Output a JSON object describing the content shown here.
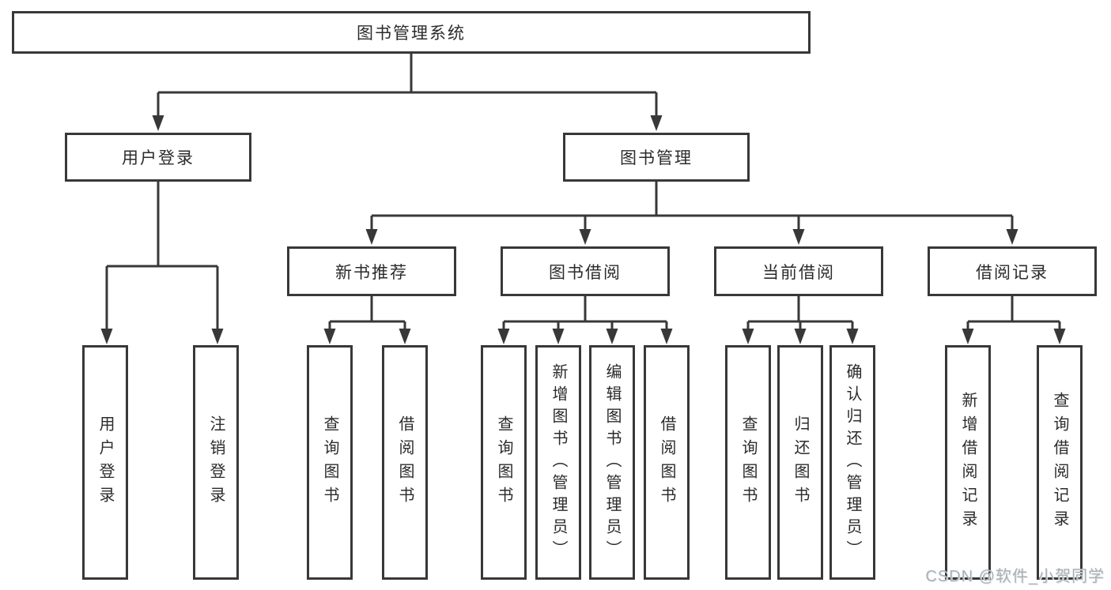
{
  "colors": {
    "line": "#383838",
    "box_border": "#383838",
    "background": "#ffffff",
    "text": "#2b2b2b",
    "watermark": "#aab0b6"
  },
  "tree": {
    "root": {
      "label": "图书管理系统",
      "children": [
        {
          "label": "用户登录",
          "children": [
            {
              "label": "用户登录"
            },
            {
              "label": "注销登录"
            }
          ]
        },
        {
          "label": "图书管理",
          "children": [
            {
              "label": "新书推荐",
              "children": [
                {
                  "label": "查询图书"
                },
                {
                  "label": "借阅图书"
                }
              ]
            },
            {
              "label": "图书借阅",
              "children": [
                {
                  "label": "查询图书"
                },
                {
                  "label": "新增图书（管理员）"
                },
                {
                  "label": "编辑图书（管理员）"
                },
                {
                  "label": "借阅图书"
                }
              ]
            },
            {
              "label": "当前借阅",
              "children": [
                {
                  "label": "查询图书"
                },
                {
                  "label": "归还图书"
                },
                {
                  "label": "确认归还（管理员）"
                }
              ]
            },
            {
              "label": "借阅记录",
              "children": [
                {
                  "label": "新增借阅记录"
                },
                {
                  "label": "查询借阅记录"
                }
              ]
            }
          ]
        }
      ]
    }
  },
  "watermark": {
    "text": "CSDN @软件_小贺同学"
  }
}
